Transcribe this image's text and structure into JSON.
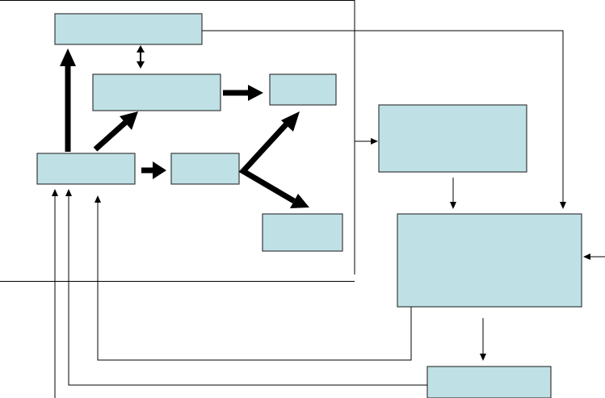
{
  "diagram": {
    "box_fill": "#bfe1e6",
    "box_stroke": "#3a3a3a",
    "line_color": "#000000",
    "background": "#ffffff",
    "boxes": [
      {
        "id": "box-top",
        "label": ""
      },
      {
        "id": "box-middle",
        "label": ""
      },
      {
        "id": "box-small-right",
        "label": ""
      },
      {
        "id": "box-left",
        "label": ""
      },
      {
        "id": "box-center",
        "label": ""
      },
      {
        "id": "box-lower-right-small",
        "label": ""
      },
      {
        "id": "box-right-upper",
        "label": ""
      },
      {
        "id": "box-right-large",
        "label": ""
      },
      {
        "id": "box-bottom-right",
        "label": ""
      }
    ]
  }
}
